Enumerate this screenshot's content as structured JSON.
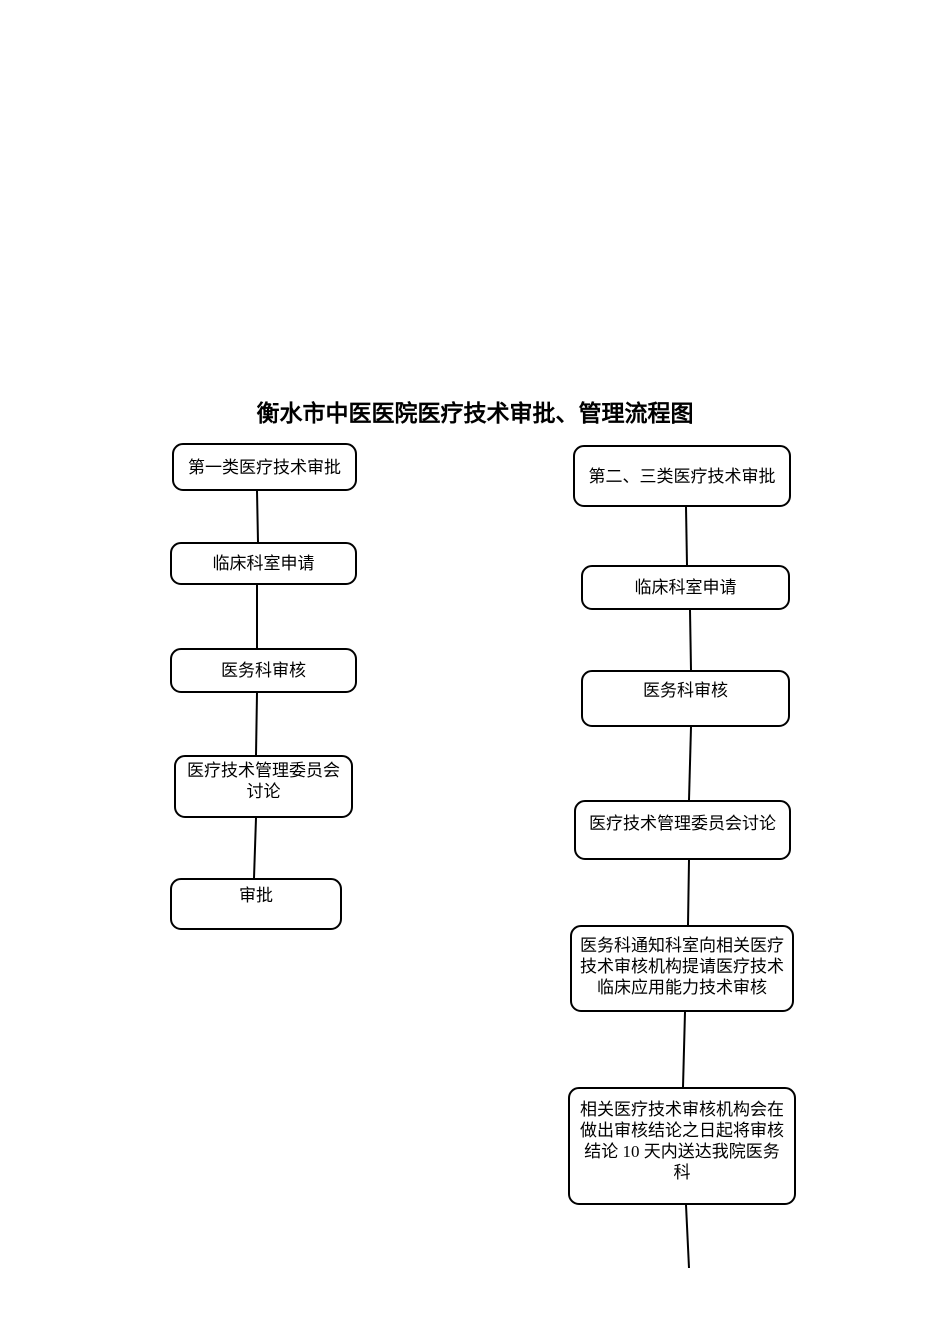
{
  "page": {
    "title": "衡水市中医医院医疗技术审批、管理流程图"
  },
  "colors": {
    "background": "#ffffff",
    "line": "#000000",
    "text": "#000000"
  },
  "flowchart": {
    "left_column": {
      "steps": [
        {
          "label": "第一类医疗技术审批"
        },
        {
          "label": "临床科室申请"
        },
        {
          "label": "医务科审核"
        },
        {
          "label": "医疗技术管理委员会讨论"
        },
        {
          "label": "审批"
        }
      ]
    },
    "right_column": {
      "steps": [
        {
          "label": "第二、三类医疗技术审批"
        },
        {
          "label": "临床科室申请"
        },
        {
          "label": "医务科审核"
        },
        {
          "label": "医疗技术管理委员会讨论"
        },
        {
          "label": "医务科通知科室向相关医疗技术审核机构提请医疗技术临床应用能力技术审核"
        },
        {
          "label": "相关医疗技术审核机构会在做出审核结论之日起将审核结论 10 天内送达我院医务科"
        }
      ]
    }
  }
}
